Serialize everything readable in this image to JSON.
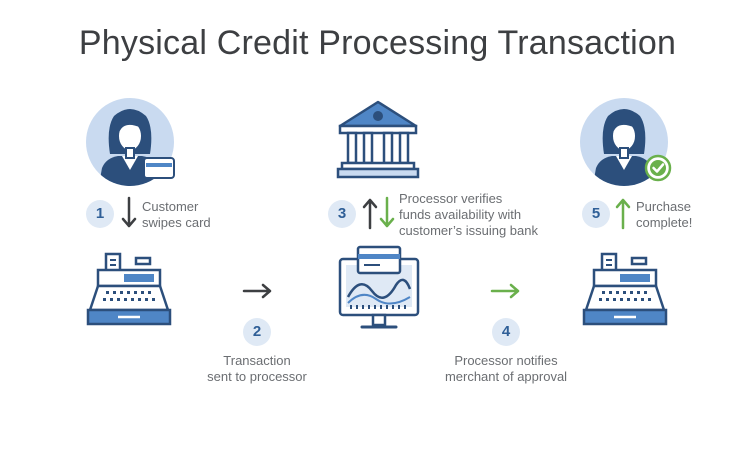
{
  "title": "Physical Credit Processing Transaction",
  "steps": [
    {
      "number": "1",
      "line1": "Customer",
      "line2": "swipes card"
    },
    {
      "number": "2",
      "line1": "Transaction",
      "line2": "sent to processor"
    },
    {
      "number": "3",
      "line1": "Processor verifies",
      "line2": "funds availability with",
      "line3": "customer’s issuing bank"
    },
    {
      "number": "4",
      "line1": "Processor notifies",
      "line2": "merchant of approval"
    },
    {
      "number": "5",
      "line1": "Purchase",
      "line2": "complete!"
    }
  ],
  "icons": {
    "customer_left": "customer-with-card-icon",
    "bank": "bank-icon",
    "customer_right": "customer-approved-icon",
    "register_left": "cash-register-icon",
    "processor": "processor-monitor-icon",
    "register_right": "cash-register-icon"
  },
  "colors": {
    "navy": "#2c4f7c",
    "blue": "#4f86c6",
    "light_blue": "#c9daf0",
    "green": "#6ab04c",
    "dark": "#3d3f42"
  }
}
